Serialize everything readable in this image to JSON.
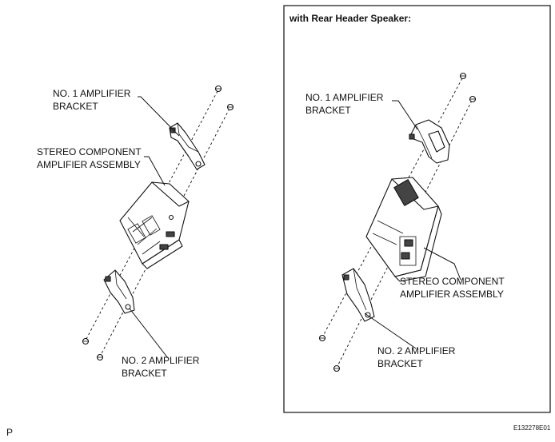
{
  "left_view": {
    "no1_bracket_label": [
      "NO. 1 AMPLIFIER",
      "BRACKET"
    ],
    "amplifier_label": [
      "STEREO COMPONENT",
      "AMPLIFIER ASSEMBLY"
    ],
    "no2_bracket_label": [
      "NO. 2 AMPLIFIER",
      "BRACKET"
    ]
  },
  "right_view": {
    "header": "with Rear Header Speaker:",
    "no1_bracket_label": [
      "NO. 1 AMPLIFIER",
      "BRACKET"
    ],
    "amplifier_label": [
      "STEREO COMPONENT",
      "AMPLIFIER ASSEMBLY"
    ],
    "no2_bracket_label": [
      "NO. 2 AMPLIFIER",
      "BRACKET"
    ]
  },
  "footer": {
    "left_mark": "P",
    "figure_code": "E132278E01"
  }
}
